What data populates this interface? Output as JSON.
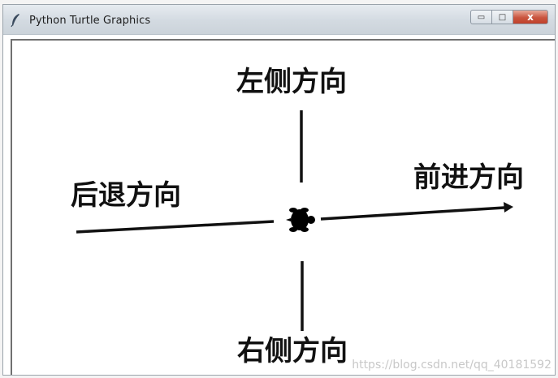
{
  "window": {
    "title": "Python Turtle Graphics",
    "controls": {
      "minimize": "▭",
      "maximize": "□",
      "close": "x"
    }
  },
  "canvas": {
    "labels": {
      "left_side": "左侧方向",
      "backward": "后退方向",
      "forward": "前进方向",
      "right_side": "右侧方向"
    },
    "watermark": "https://blog.csdn.net/qq_40181592"
  },
  "colors": {
    "line": "#111111",
    "turtle": "#000000",
    "close_button": "#c9553f"
  },
  "icons": {
    "app": "feather-icon",
    "turtle": "turtle-icon",
    "forward_arrow": "arrow-right-icon"
  }
}
